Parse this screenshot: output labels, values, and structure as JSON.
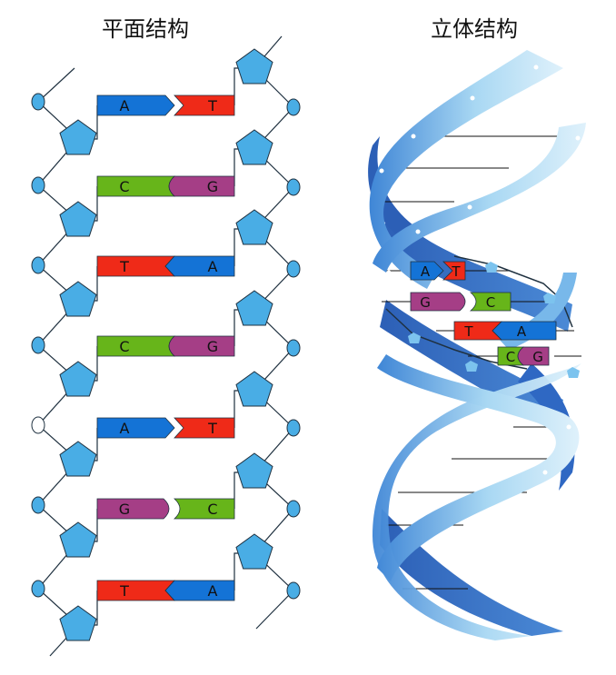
{
  "titles": {
    "flat": "平面结构",
    "three_d": "立体结构"
  },
  "flat_structure": {
    "base_pairs": [
      {
        "left": "A",
        "right": "T"
      },
      {
        "left": "C",
        "right": "G"
      },
      {
        "left": "T",
        "right": "A"
      },
      {
        "left": "C",
        "right": "G"
      },
      {
        "left": "A",
        "right": "T"
      },
      {
        "left": "G",
        "right": "C"
      },
      {
        "left": "T",
        "right": "A"
      }
    ]
  },
  "three_d_structure": {
    "base_pairs": [
      {
        "left": "A",
        "right": "T"
      },
      {
        "left": "G",
        "right": "C"
      },
      {
        "left": "T",
        "right": "A"
      },
      {
        "left": "C",
        "right": "G"
      }
    ]
  },
  "base_colors": {
    "A": "#1473d6",
    "T": "#ef2a18",
    "C": "#67b51a",
    "G": "#a53e86"
  },
  "colors": {
    "pentagon": "#49ade5",
    "phosphate": "#49ade5",
    "outline": "#1f3140",
    "helix_dark": "#2f6fcf",
    "helix_light": "#9fd2f1"
  }
}
